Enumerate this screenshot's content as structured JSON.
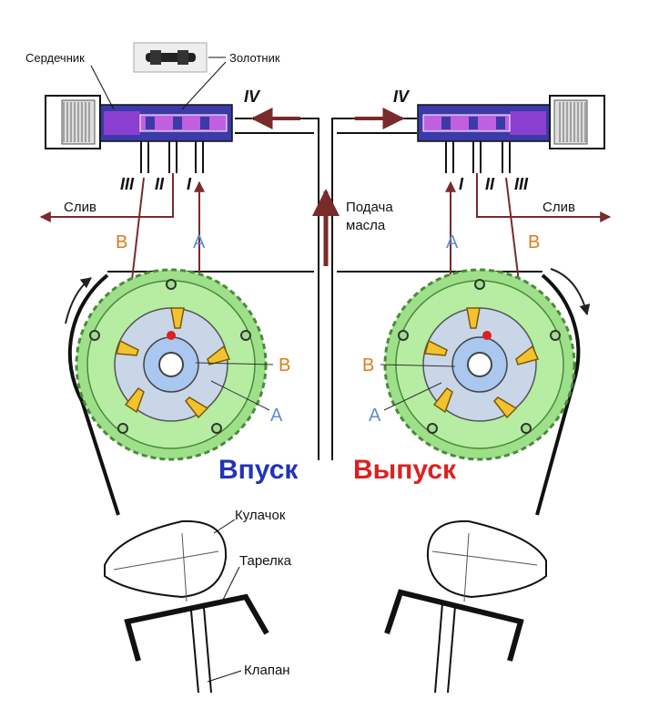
{
  "labels": {
    "core": "Сердечник",
    "spool": "Золотник",
    "port_iv": "IV",
    "port_i": "I",
    "port_ii": "II",
    "port_iii": "III",
    "drain": "Слив",
    "oil_supply_line1": "Подача",
    "oil_supply_line2": "масла",
    "a": "A",
    "b": "B",
    "intake": "Впуск",
    "exhaust": "Выпуск",
    "cam": "Кулачок",
    "plate": "Тарелка",
    "valve": "Клапан"
  },
  "colors": {
    "gear_green": "#9ee08a",
    "rotor_yellow": "#f2c230",
    "valve_blue": "#3a3aa8",
    "valve_purple": "#8a3fd0",
    "arrow_brown": "#7a2a2a",
    "label_orange": "#e07a1a",
    "label_blue": "#5b8fd6",
    "intake_blue": "#2233bb",
    "exhaust_red": "#dd2020"
  }
}
